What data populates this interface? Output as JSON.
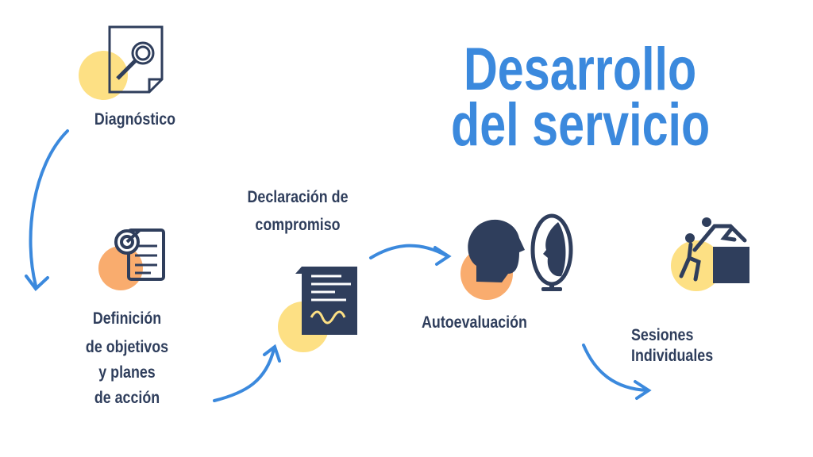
{
  "title": {
    "line1": "Desarrollo",
    "line2": "del servicio"
  },
  "steps": [
    {
      "label": "Diagnóstico",
      "icon": "document-search-icon"
    },
    {
      "lines": [
        "Definición",
        "de objetivos",
        "y planes",
        "de acción"
      ],
      "icon": "target-checklist-icon"
    },
    {
      "lines": [
        "Declaración de",
        "compromiso"
      ],
      "icon": "signed-contract-icon"
    },
    {
      "label": "Autoevaluación",
      "icon": "head-mirror-icon"
    },
    {
      "lines": [
        "Sesiones",
        "Individuales"
      ],
      "icon": "climber-icon"
    }
  ],
  "colors": {
    "navy": "#2f3e5c",
    "blue": "#3b89dd",
    "yellow": "#fde084",
    "orange": "#f9ac6e"
  }
}
